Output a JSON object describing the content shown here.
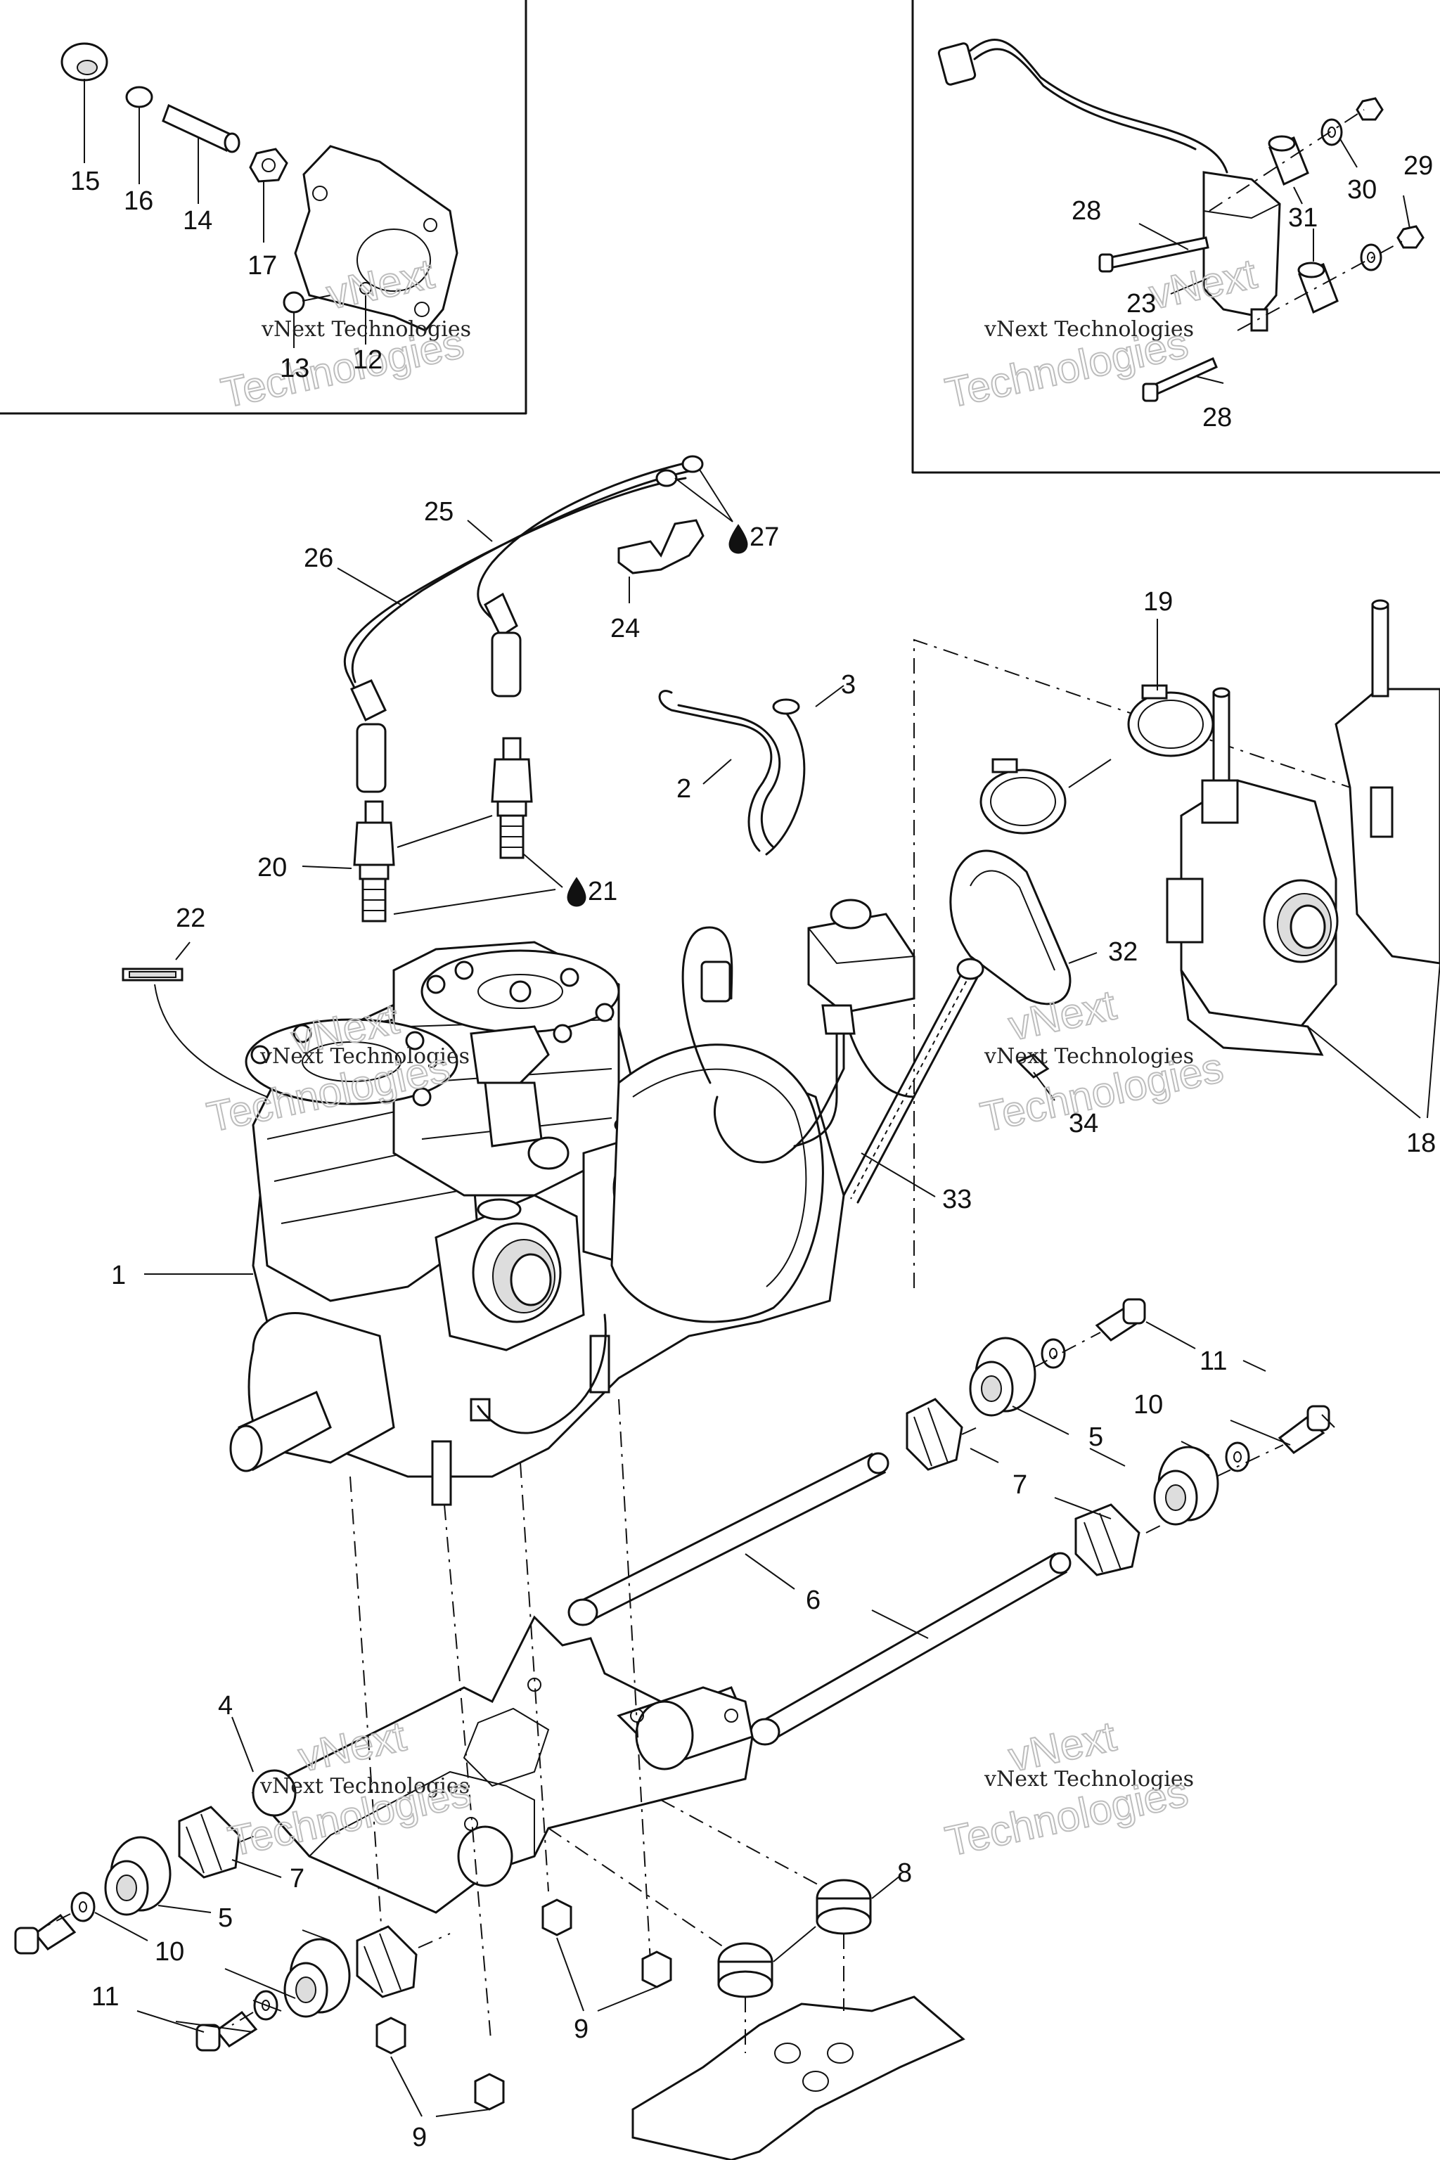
{
  "labels": {
    "p1": "1",
    "p2": "2",
    "p3": "3",
    "p4": "4",
    "p5a": "5",
    "p5b": "5",
    "p6": "6",
    "p7a": "7",
    "p7b": "7",
    "p8": "8",
    "p9a": "9",
    "p9b": "9",
    "p10a": "10",
    "p10b": "10",
    "p11a": "11",
    "p11b": "11",
    "p12": "12",
    "p13": "13",
    "p14": "14",
    "p15": "15",
    "p16": "16",
    "p17": "17",
    "p18": "18",
    "p19": "19",
    "p20": "20",
    "p21": "21",
    "p22": "22",
    "p23": "23",
    "p24": "24",
    "p25": "25",
    "p26": "26",
    "p27": "27",
    "p28a": "28",
    "p28b": "28",
    "p29": "29",
    "p30": "30",
    "p31": "31",
    "p32": "32",
    "p33": "33",
    "p34": "34"
  },
  "watermark": {
    "line_vnext": "vNext",
    "line_full": "vNext Technologies",
    "line_tech": "Technologies"
  },
  "icons": {
    "lubricant": "drop-icon"
  }
}
